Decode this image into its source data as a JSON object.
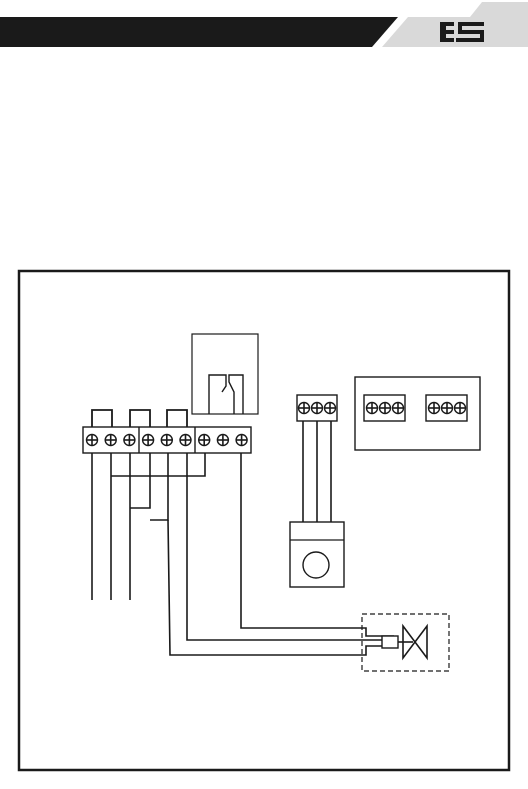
{
  "brand": {
    "logo_text": "ES",
    "dark": "#1a1a1a",
    "light": "#d9d9d9"
  },
  "diagram": {
    "terminal_block_main_count": 9,
    "terminal_block_small_count": 3
  }
}
